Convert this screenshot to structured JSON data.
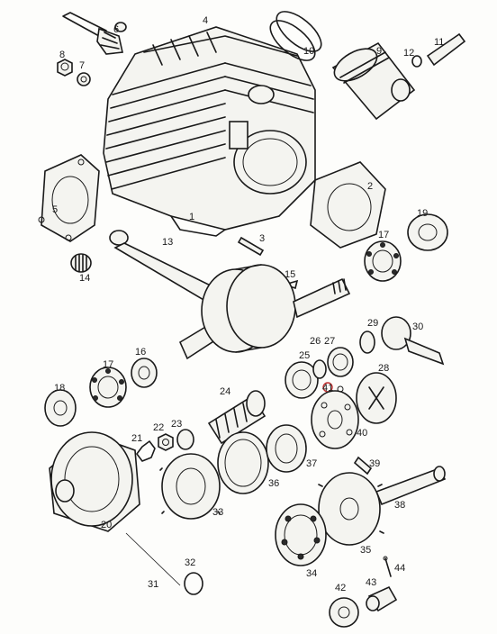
{
  "parts": [
    {
      "id": "4",
      "label": "4"
    },
    {
      "id": "6",
      "label": "6"
    },
    {
      "id": "8",
      "label": "8"
    },
    {
      "id": "7",
      "label": "7"
    },
    {
      "id": "10",
      "label": "10"
    },
    {
      "id": "9",
      "label": "9"
    },
    {
      "id": "12",
      "label": "12"
    },
    {
      "id": "11",
      "label": "11"
    },
    {
      "id": "5",
      "label": "5"
    },
    {
      "id": "1",
      "label": "1"
    },
    {
      "id": "3",
      "label": "3"
    },
    {
      "id": "2",
      "label": "2"
    },
    {
      "id": "19a",
      "label": "19"
    },
    {
      "id": "17a",
      "label": "17"
    },
    {
      "id": "13",
      "label": "13"
    },
    {
      "id": "14",
      "label": "14"
    },
    {
      "id": "15",
      "label": "15"
    },
    {
      "id": "29",
      "label": "29"
    },
    {
      "id": "30",
      "label": "30"
    },
    {
      "id": "26",
      "label": "26"
    },
    {
      "id": "27",
      "label": "27"
    },
    {
      "id": "25",
      "label": "25"
    },
    {
      "id": "28",
      "label": "28"
    },
    {
      "id": "16",
      "label": "16"
    },
    {
      "id": "17b",
      "label": "17"
    },
    {
      "id": "18",
      "label": "18"
    },
    {
      "id": "24",
      "label": "24"
    },
    {
      "id": "41",
      "label": "41"
    },
    {
      "id": "21",
      "label": "21"
    },
    {
      "id": "22",
      "label": "22"
    },
    {
      "id": "23",
      "label": "23"
    },
    {
      "id": "40",
      "label": "40"
    },
    {
      "id": "39",
      "label": "39"
    },
    {
      "id": "37",
      "label": "37"
    },
    {
      "id": "20",
      "label": "20"
    },
    {
      "id": "33",
      "label": "33"
    },
    {
      "id": "36",
      "label": "36"
    },
    {
      "id": "38",
      "label": "38"
    },
    {
      "id": "35",
      "label": "35"
    },
    {
      "id": "32",
      "label": "32"
    },
    {
      "id": "31",
      "label": "31"
    },
    {
      "id": "34",
      "label": "34"
    },
    {
      "id": "44",
      "label": "44"
    },
    {
      "id": "42",
      "label": "42"
    },
    {
      "id": "43",
      "label": "43"
    }
  ]
}
